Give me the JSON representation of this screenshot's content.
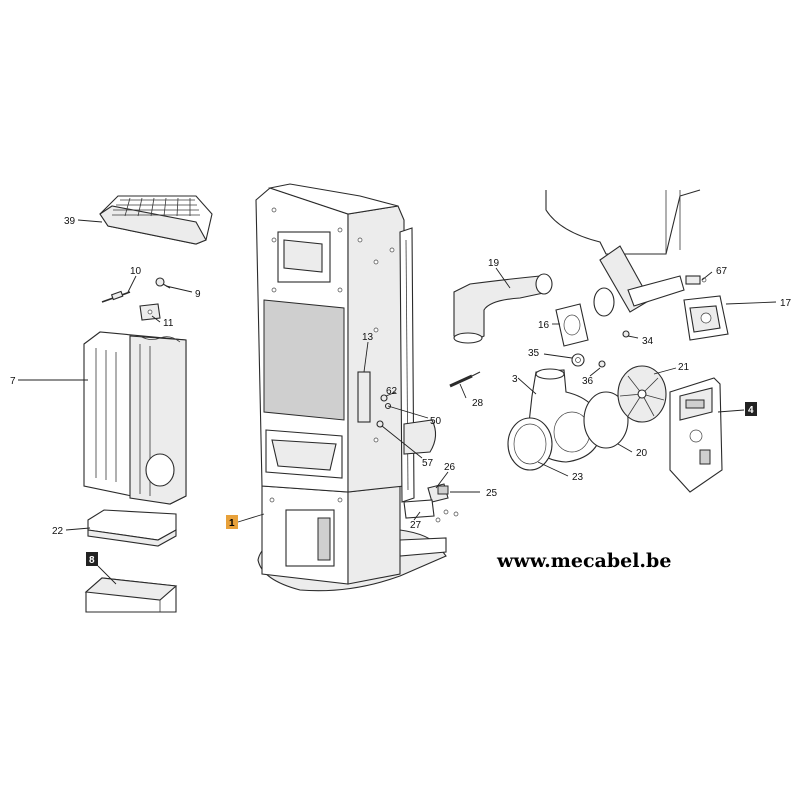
{
  "website": "www.mecabel.be",
  "callouts": {
    "c1": "1",
    "c3": "3",
    "c4": "4",
    "c7": "7",
    "c8": "8",
    "c9": "9",
    "c10": "10",
    "c11": "11",
    "c13": "13",
    "c16": "16",
    "c17": "17",
    "c19": "19",
    "c20": "20",
    "c21": "21",
    "c22": "22",
    "c23": "23",
    "c25": "25",
    "c26": "26",
    "c27": "27",
    "c28": "28",
    "c34": "34",
    "c35": "35",
    "c36": "36",
    "c39": "39",
    "c50": "50",
    "c57": "57",
    "c62": "62",
    "c67": "67"
  },
  "colors": {
    "highlight": "#e8a13a",
    "dark_badge": "#222222",
    "line": "#2b2b2b"
  }
}
